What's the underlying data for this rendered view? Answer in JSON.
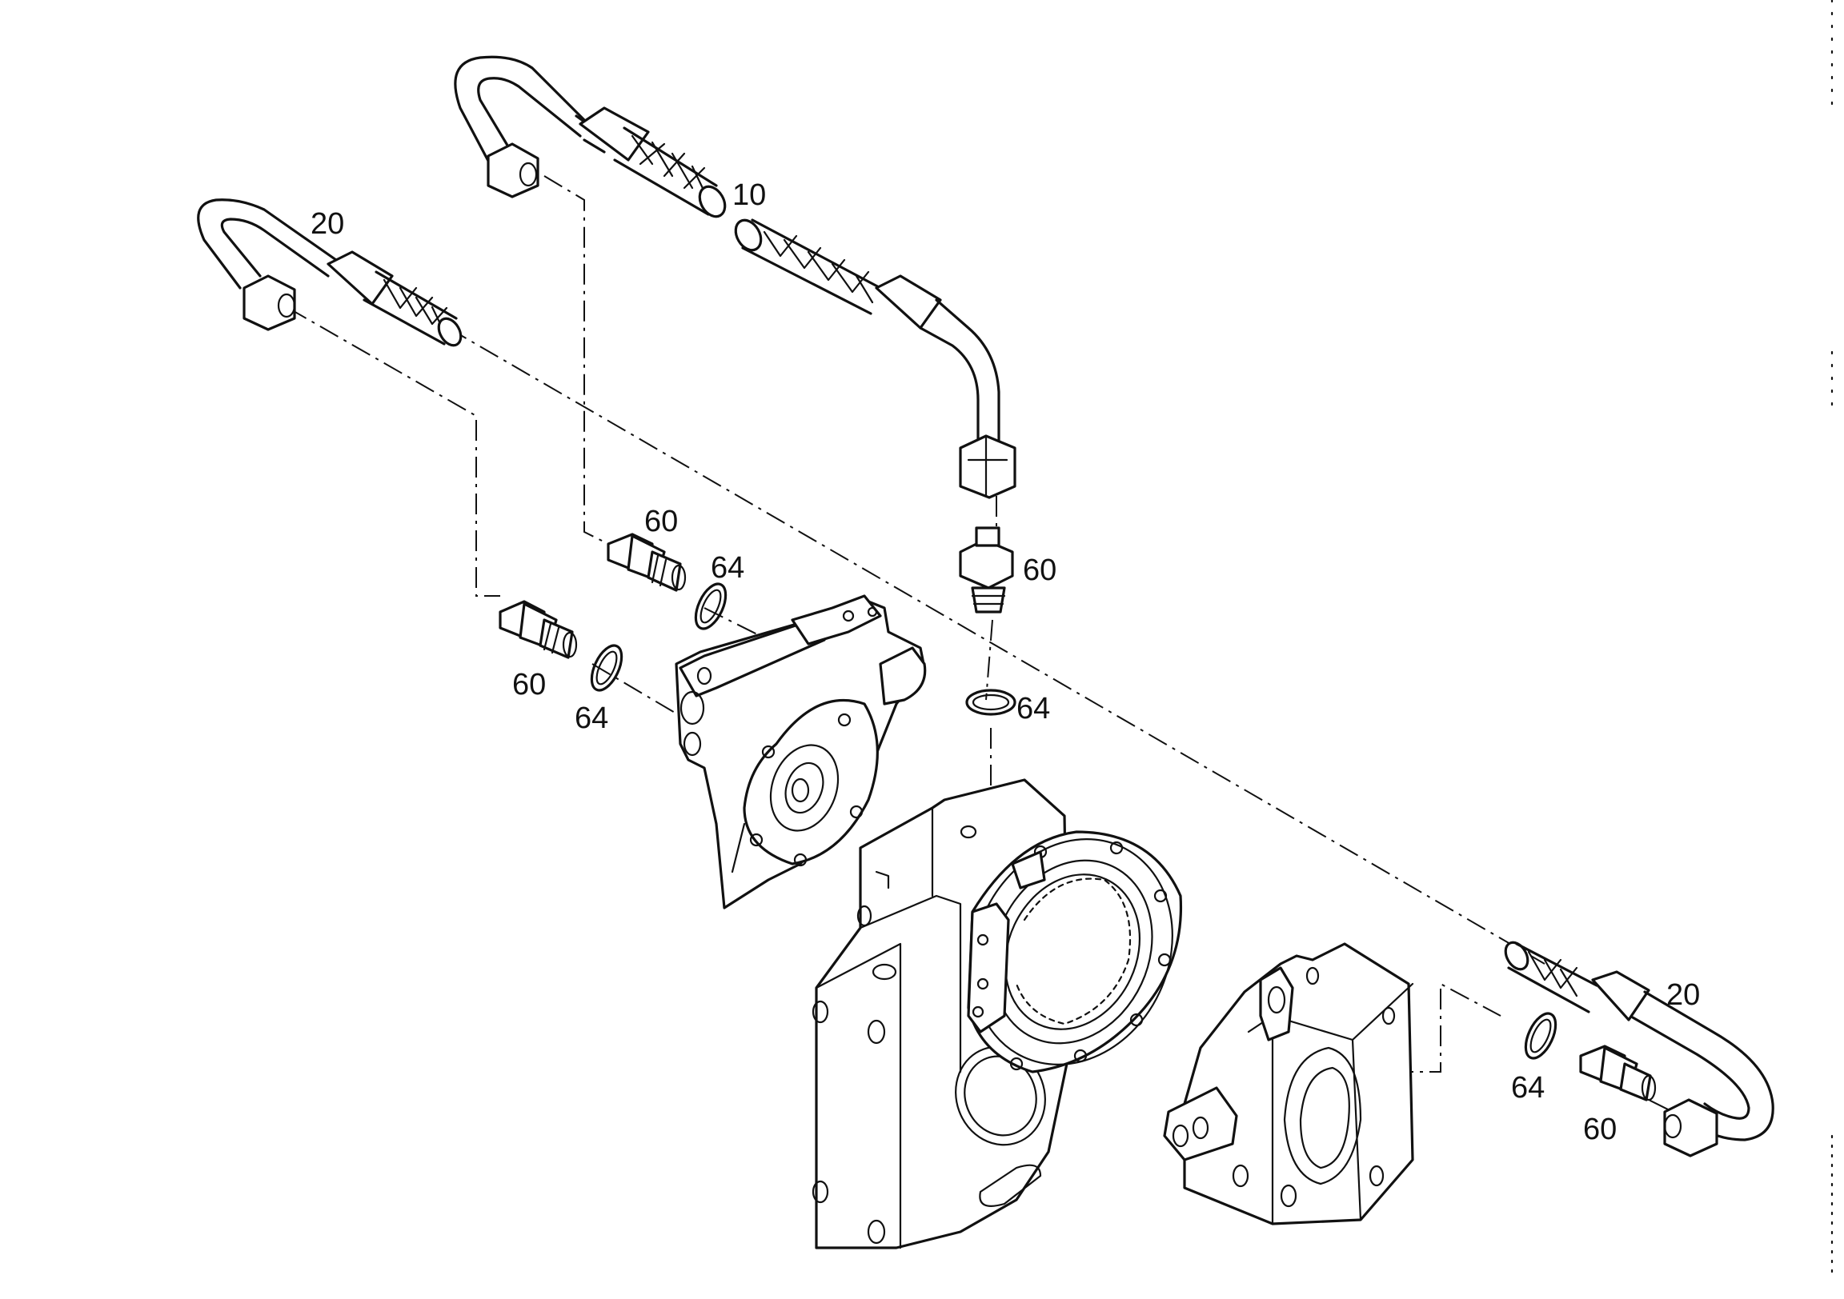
{
  "callouts": {
    "tube_top": "10",
    "tube_left": "20",
    "tube_right": "20",
    "fitting_center": "60",
    "fitting_upper_left": "60",
    "fitting_lower_left": "60",
    "fitting_right": "60",
    "oring_center": "64",
    "oring_upper_left": "64",
    "oring_lower_left": "64",
    "oring_right": "64"
  }
}
